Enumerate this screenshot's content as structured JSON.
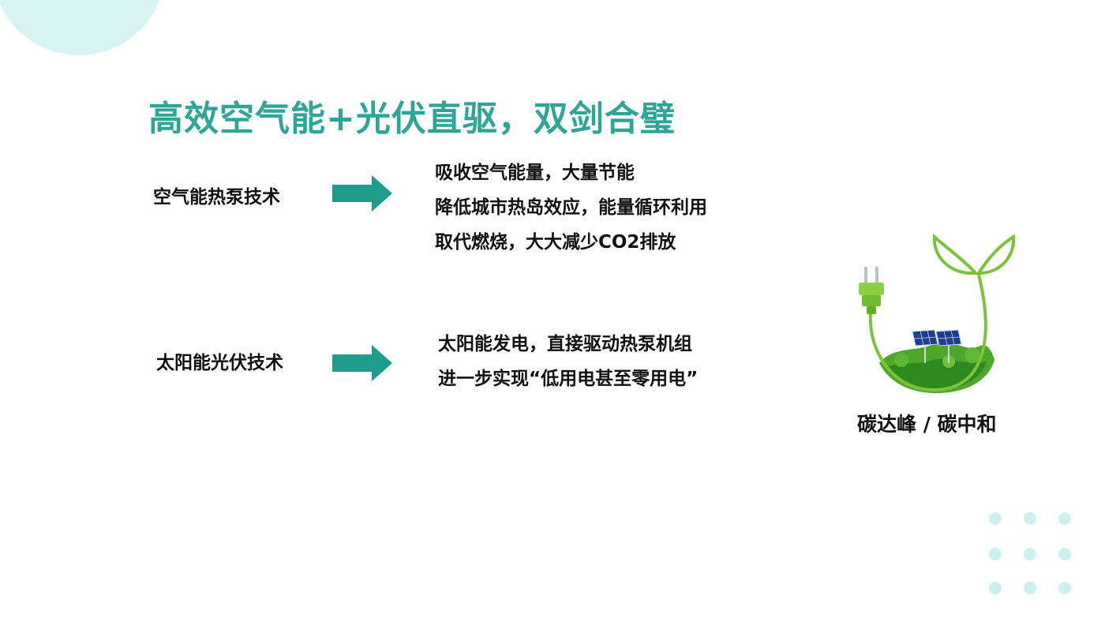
{
  "title": "高效空气能+光伏直驱，双剑合璧",
  "sections": [
    {
      "label": "空气能热泵技术",
      "benefits": [
        "吸收空气能量，大量节能",
        "降低城市热岛效应，能量循环利用",
        "取代燃烧，大大减少CO2排放"
      ]
    },
    {
      "label": "太阳能光伏技术",
      "benefits": [
        "太阳能发电，直接驱动热泵机组",
        "进一步实现“低用电甚至零用电”"
      ]
    }
  ],
  "illustration": {
    "caption": "碳达峰 / 碳中和",
    "icon": "plant-plug-solar-icon"
  },
  "colors": {
    "accent": "#2ea596",
    "arrow": "#1f9d8c",
    "decor": "#d8f4f2",
    "leaf": "#7cc23b"
  }
}
